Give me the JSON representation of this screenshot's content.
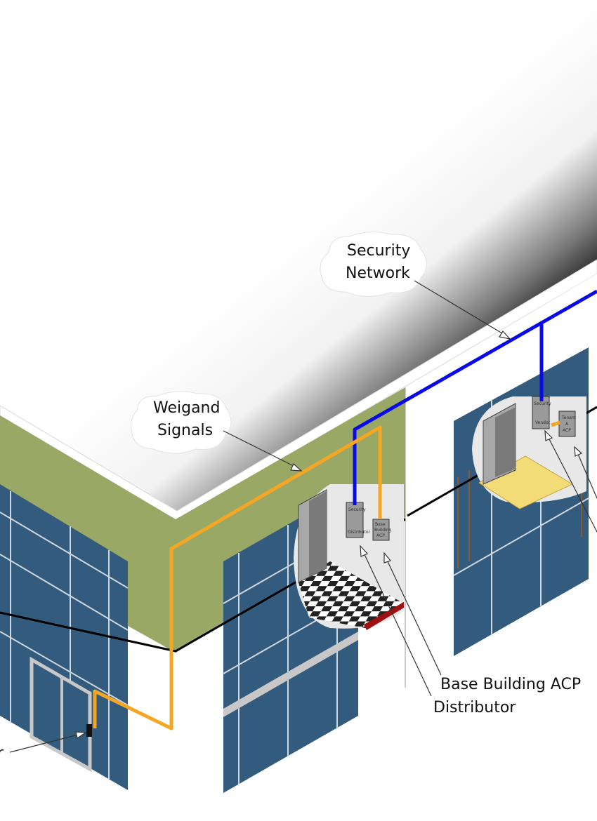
{
  "callouts": {
    "security_network": {
      "line1": "Security",
      "line2": "Network"
    },
    "weigand_signals": {
      "line1": "Weigand",
      "line2": "Signals"
    },
    "base_building_acp": "Base Building ACP",
    "distributor": "Distributor",
    "reader_partial": "r"
  },
  "panels": {
    "room1_left": {
      "line1": "Security",
      "line2": "Distributor"
    },
    "room1_right": {
      "line1": "Base",
      "line2": "Building",
      "line3": "ACP"
    },
    "room2_left": {
      "line1": "Security",
      "line2": "Vendor"
    },
    "room2_right": {
      "line1": "Tenant",
      "line2": "A",
      "line3": "ACP"
    }
  },
  "colors": {
    "security_network_cable": "#0a0ae6",
    "weigand_cable": "#f5a623",
    "glass": "#335b7d",
    "band": "#9aa865",
    "roof_dark": "#000000"
  }
}
